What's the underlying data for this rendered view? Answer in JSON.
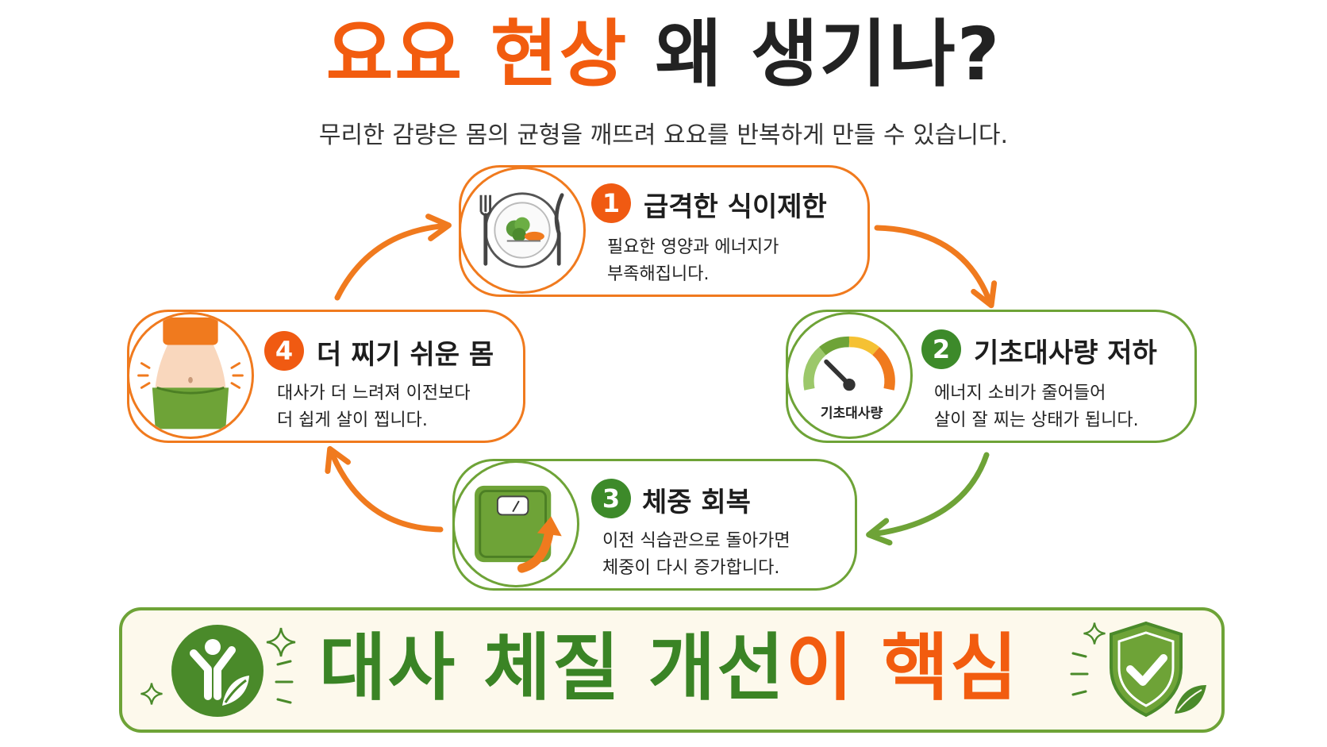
{
  "title": {
    "part1": "요요 현상",
    "part2": " 왜 생기나?"
  },
  "subtitle": "무리한 감량은 몸의 균형을 깨뜨려 요요를 반복하게 만들 수 있습니다.",
  "steps": [
    {
      "number": "1",
      "title": "급격한 식이제한",
      "desc_line1": "필요한 영양과 에너지가",
      "desc_line2": "부족해집니다."
    },
    {
      "number": "2",
      "title": "기초대사량 저하",
      "desc_line1": "에너지 소비가 줄어들어",
      "desc_line2": "살이 잘 찌는 상태가 됩니다.",
      "gauge_label": "기초대사량"
    },
    {
      "number": "3",
      "title": "체중 회복",
      "desc_line1": "이전 식습관으로 돌아가면",
      "desc_line2": "체중이 다시 증가합니다."
    },
    {
      "number": "4",
      "title": "더 찌기 쉬운 몸",
      "desc_line1": "대사가 더 느려져 이전보다",
      "desc_line2": "더 쉽게 살이 찝니다."
    }
  ],
  "banner": {
    "part1": "대사 체질 개선",
    "part2": "이 핵심"
  },
  "colors": {
    "orange": "#f25c0f",
    "green": "#3a8425",
    "card_orange": "#f07a1e",
    "card_green": "#6ea337"
  },
  "icons": [
    "plate-fork-knife-icon",
    "metabolism-gauge-icon",
    "scale-up-arrow-icon",
    "waist-body-icon",
    "healthy-person-leaf-icon",
    "shield-check-leaf-icon",
    "sparkle-icon"
  ]
}
